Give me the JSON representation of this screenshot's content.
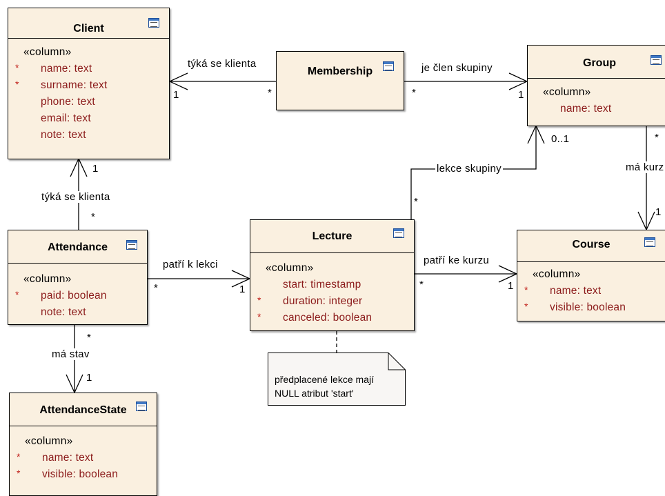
{
  "classes": {
    "client": {
      "name": "Client",
      "stereotype": "«column»",
      "attributes": [
        {
          "text": "name: text",
          "required": "*"
        },
        {
          "text": "surname: text",
          "required": "*"
        },
        {
          "text": "phone: text",
          "required": ""
        },
        {
          "text": "email: text",
          "required": ""
        },
        {
          "text": "note: text",
          "required": ""
        }
      ]
    },
    "membership": {
      "name": "Membership"
    },
    "group": {
      "name": "Group",
      "stereotype": "«column»",
      "attributes": [
        {
          "text": "name: text",
          "required": ""
        }
      ]
    },
    "attendance": {
      "name": "Attendance",
      "stereotype": "«column»",
      "attributes": [
        {
          "text": "paid: boolean",
          "required": "*"
        },
        {
          "text": "note: text",
          "required": ""
        }
      ]
    },
    "lecture": {
      "name": "Lecture",
      "stereotype": "«column»",
      "attributes": [
        {
          "text": "start: timestamp",
          "required": ""
        },
        {
          "text": "duration: integer",
          "required": "*"
        },
        {
          "text": "canceled: boolean",
          "required": "*"
        }
      ]
    },
    "course": {
      "name": "Course",
      "stereotype": "«column»",
      "attributes": [
        {
          "text": "name: text",
          "required": "*"
        },
        {
          "text": "visible: boolean",
          "required": "*"
        }
      ]
    },
    "attendance_state": {
      "name": "AttendanceState",
      "stereotype": "«column»",
      "attributes": [
        {
          "text": "name: text",
          "required": "*"
        },
        {
          "text": "visible: boolean",
          "required": "*"
        }
      ]
    }
  },
  "associations": {
    "membership_client": {
      "label": "týká se klienta",
      "source_mult": "*",
      "target_mult": "1"
    },
    "membership_group": {
      "label": "je člen skupiny",
      "source_mult": "*",
      "target_mult": "1"
    },
    "attendance_client": {
      "label": "týká se klienta",
      "source_mult": "*",
      "target_mult": "1"
    },
    "lecture_group": {
      "label": "lekce skupiny",
      "source_mult": "*",
      "target_mult": "0..1"
    },
    "group_course": {
      "label": "má kurz",
      "source_mult": "*",
      "target_mult": "1"
    },
    "attendance_lecture": {
      "label": "patří k lekci",
      "source_mult": "*",
      "target_mult": "1"
    },
    "lecture_course": {
      "label": "patří ke kurzu",
      "source_mult": "*",
      "target_mult": "1"
    },
    "attendance_state": {
      "label": "má stav",
      "source_mult": "*",
      "target_mult": "1"
    }
  },
  "note": {
    "lines": [
      "předplacené lekce mají",
      "NULL atribut 'start'"
    ]
  },
  "colors": {
    "class_fill": "#faf0e0",
    "attribute_text": "#8b1a1a",
    "required_marker": "#c0201a",
    "icon_accent": "#3f78c4"
  }
}
